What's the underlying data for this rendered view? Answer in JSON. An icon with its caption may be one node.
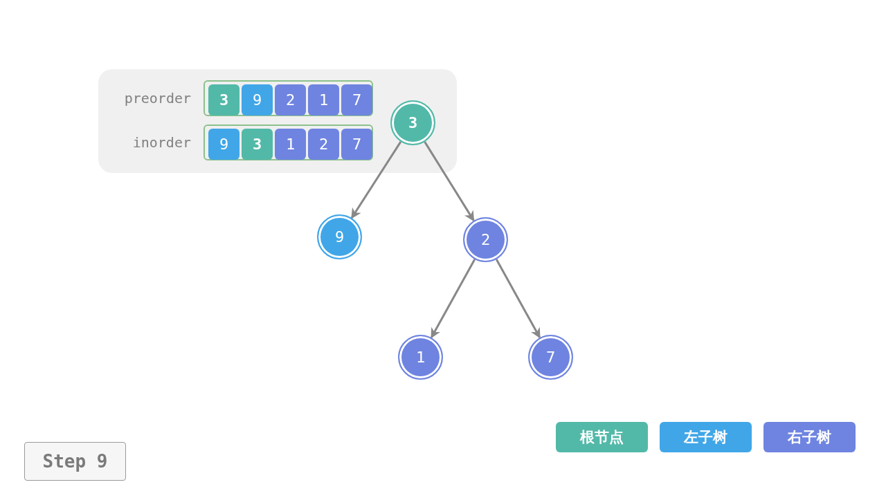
{
  "diagram": {
    "nodes": [
      {
        "text": [],
        "shape": "box"
      },
      {
        "text": [],
        "shape": "box",
        "in": 0,
        "beside": [
          "preorder"
        ]
      },
      {
        "text": [
          "3"
        ],
        "in": 1
      },
      {
        "text": [
          "9"
        ],
        "in": 1
      },
      {
        "text": [
          "2"
        ],
        "in": 1
      },
      {
        "text": [
          "1"
        ],
        "in": 1
      },
      {
        "text": [
          "7"
        ],
        "in": 1
      },
      {
        "text": [],
        "shape": "box",
        "in": 0,
        "beside": [
          "inorder"
        ]
      },
      {
        "text": [
          "9"
        ],
        "in": 7
      },
      {
        "text": [
          "3"
        ],
        "in": 7
      },
      {
        "text": [
          "1"
        ],
        "in": 7
      },
      {
        "text": [
          "2"
        ],
        "in": 7
      },
      {
        "text": [
          "7"
        ],
        "in": 7
      },
      {
        "text": [
          "3"
        ],
        "in": 0
      },
      {
        "text": [
          "9"
        ]
      },
      {
        "text": [
          "2"
        ]
      },
      {
        "text": [
          "1"
        ]
      },
      {
        "text": [
          "7"
        ]
      },
      {
        "text": [
          "Step 9"
        ]
      }
    ],
    "edges": [
      {
        "from": 13,
        "to": 14,
        "arrow": "to"
      },
      {
        "from": 13,
        "to": 15,
        "arrow": "to"
      },
      {
        "from": 15,
        "to": 16,
        "arrow": "to"
      },
      {
        "from": 15,
        "to": 17,
        "arrow": "to"
      }
    ],
    "legend": [
      {
        "text": "根节点",
        "color": "#52b9a9"
      },
      {
        "text": "左子树",
        "color": "#40a6e8"
      },
      {
        "text": "右子树",
        "color": "#6f84e0"
      }
    ]
  }
}
